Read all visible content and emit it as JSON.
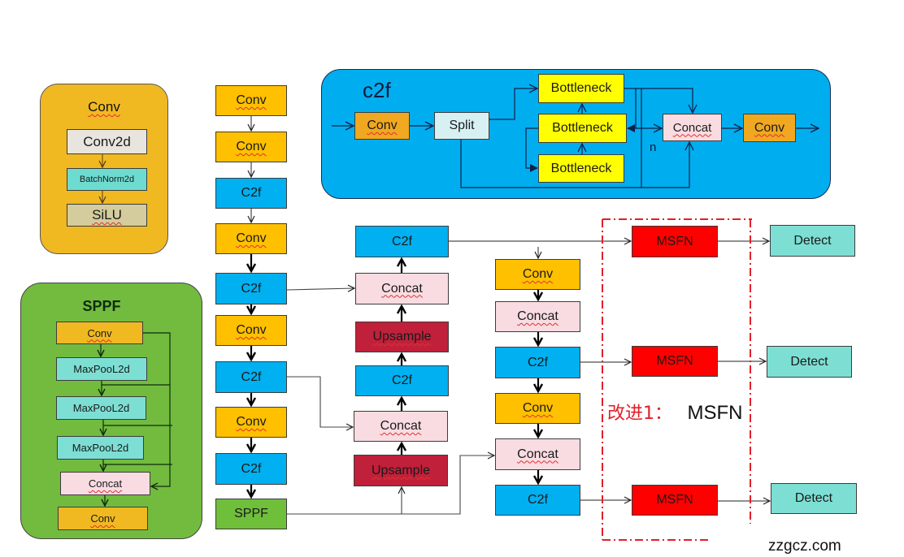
{
  "conv_module": {
    "title": "Conv",
    "steps": [
      "Conv2d",
      "BatchNorm2d",
      "SiLU"
    ]
  },
  "sppf_module": {
    "title": "SPPF",
    "steps": [
      "Conv",
      "MaxPooL2d",
      "MaxPooL2d",
      "MaxPooL2d",
      "Concat",
      "Conv"
    ]
  },
  "c2f_module": {
    "title": "c2f",
    "conv_in": "Conv",
    "split": "Split",
    "bottlenecks": [
      "Bottleneck",
      "Bottleneck",
      "Bottleneck"
    ],
    "repeat_label": "n",
    "concat": "Concat",
    "conv_out": "Conv"
  },
  "backbone": [
    "Conv",
    "Conv",
    "C2f",
    "Conv",
    "C2f",
    "Conv",
    "C2f",
    "Conv",
    "C2f",
    "SPPF"
  ],
  "neck_up": {
    "c2f_top": "C2f",
    "concat_1": "Concat",
    "upsample_1": "Upsample",
    "c2f_mid": "C2f",
    "concat_2": "Concat",
    "upsample_2": "Upsample"
  },
  "neck_down": [
    "Conv",
    "Concat",
    "C2f",
    "Conv",
    "Concat",
    "C2f"
  ],
  "improvement": {
    "msfn_blocks": [
      "MSFN",
      "MSFN",
      "MSFN"
    ],
    "label_cn": "改进1：",
    "label_en": "MSFN"
  },
  "heads": [
    "Detect",
    "Detect",
    "Detect"
  ],
  "watermark": "zzgcz.com",
  "colors": {
    "conv": "#ffc000",
    "c2f": "#00b0f0",
    "concat": "#f8dce1",
    "upsample": "#c0203a",
    "sppf": "#6fbf3a",
    "msfn": "#ff0000",
    "detect": "#7ddfd4",
    "conv_panel": "#f0b922",
    "sppf_panel": "#72bb3e",
    "c2f_panel": "#00aeef",
    "bottleneck": "#ffff00",
    "improvement_border": "#e0202a"
  }
}
